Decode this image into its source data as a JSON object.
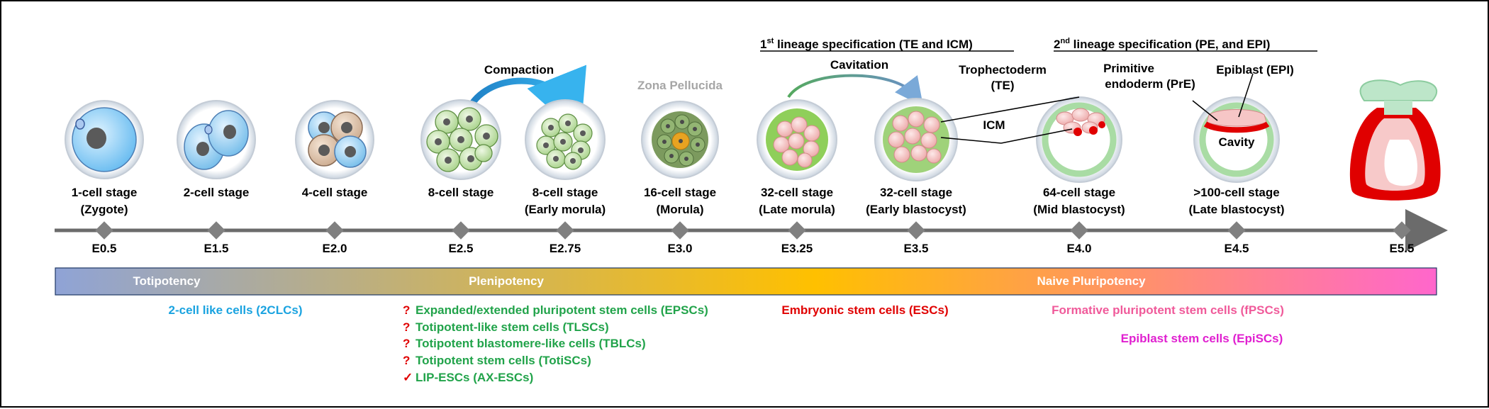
{
  "headers": {
    "first": {
      "prefix": "1",
      "sup": "st",
      "rest": " lineage specification (TE and ICM)"
    },
    "second": {
      "prefix": "2",
      "sup": "nd",
      "rest": "  lineage specification (PE, and EPI)"
    }
  },
  "processes": {
    "compaction": "Compaction",
    "cavitation": "Cavitation"
  },
  "labels": {
    "zona_pellucida": "Zona Pellucida",
    "trophectoderm_line1": "Trophectoderm",
    "trophectoderm_line2": "(TE)",
    "icm": "ICM",
    "primitive_endoderm_line1": "Primitive",
    "primitive_endoderm_line2": "endoderm (PrE)",
    "epiblast": "Epiblast (EPI)",
    "cavity": "Cavity"
  },
  "stages": [
    {
      "line1": "1-cell stage",
      "line2": "(Zygote)",
      "day": "E0.5"
    },
    {
      "line1": "2-cell stage",
      "line2": "",
      "day": "E1.5"
    },
    {
      "line1": "4-cell stage",
      "line2": "",
      "day": "E2.0"
    },
    {
      "line1": "8-cell stage",
      "line2": "",
      "day": "E2.5"
    },
    {
      "line1": "8-cell stage",
      "line2": "(Early morula)",
      "day": "E2.75"
    },
    {
      "line1": "16-cell stage",
      "line2": "(Morula)",
      "day": "E3.0"
    },
    {
      "line1": "32-cell stage",
      "line2": "(Late morula)",
      "day": "E3.25"
    },
    {
      "line1": "32-cell stage",
      "line2": "(Early blastocyst)",
      "day": "E3.5"
    },
    {
      "line1": "64-cell stage",
      "line2": "(Mid blastocyst)",
      "day": "E4.0"
    },
    {
      "line1": ">100-cell stage",
      "line2": "(Late blastocyst)",
      "day": "E4.5"
    },
    {
      "line1": "",
      "line2": "",
      "day": "E5.5"
    }
  ],
  "potency": {
    "totipotency": "Totipotency",
    "plenipotency": "Plenipotency",
    "naive": "Naive Pluripotency"
  },
  "cell_lines": {
    "clcs": "2-cell like cells (2CLCs)",
    "uncertain_mark": "?",
    "confirmed_mark": "✓",
    "epscs": "Expanded/extended pluripotent stem cells (EPSCs)",
    "tlscs": "Totipotent-like stem cells (TLSCs)",
    "tblcs": "Totipotent blastomere-like cells (TBLCs)",
    "totiscs": "Totipotent stem cells (TotiSCs)",
    "lip_escs": "LIP-ESCs (AX-ESCs)",
    "escs": "Embryonic stem cells (ESCs)",
    "fpscs": "Formative pluripotent stem cells (fPSCs)",
    "episcs": "Epiblast stem cells (EpiSCs)"
  },
  "colors": {
    "blue_line": "#1aa3e0",
    "green_line": "#21a34a",
    "red_line": "#e00000",
    "pink_line": "#f05a9a",
    "magenta_line": "#e020d0",
    "question": "#e00000",
    "checkmark": "#e00000",
    "bar_start": "#8fa3d6",
    "bar_mid": "#ffc000",
    "bar_end": "#ff66cc"
  }
}
